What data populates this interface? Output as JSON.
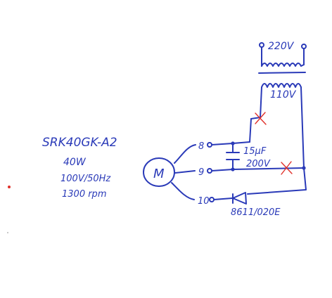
{
  "motor": {
    "model": "SRK40GK-A2",
    "power": "40W",
    "supply": "100V/50Hz",
    "speed": "1300 rpm",
    "symbol": "M"
  },
  "terminals": [
    "8",
    "9",
    "10"
  ],
  "transformer": {
    "primary": "220V",
    "secondary": "110V"
  },
  "capacitor": {
    "capacitance": "15µF",
    "voltage": "200V"
  },
  "diode": {
    "part_number": "8611/020E"
  },
  "annotation_colors": {
    "ink": "#2a3ab8",
    "cut_mark": "#e0302a"
  }
}
